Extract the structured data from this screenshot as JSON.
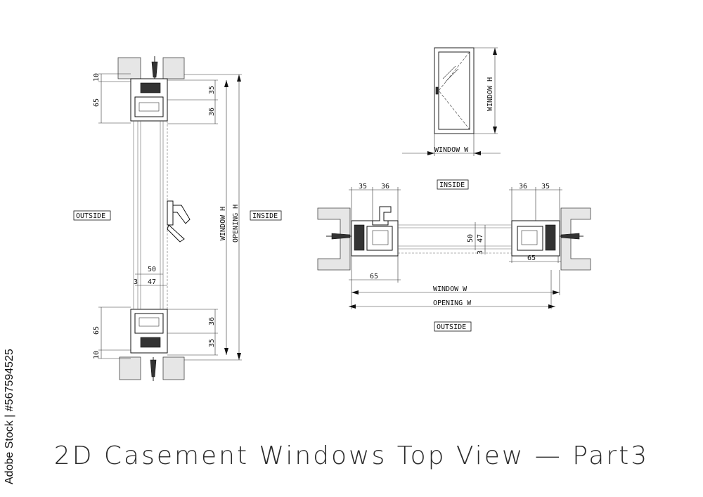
{
  "title": "2D Casement Windows Top View — Part3",
  "stock_id": "Adobe Stock | #567594525",
  "labels": {
    "outside": "OUTSIDE",
    "inside": "INSIDE",
    "window_h": "WINDOW  H",
    "opening_h": "OPENING  H",
    "window_w": "WINDOW  W",
    "opening_w": "OPENING  W"
  },
  "vertical_section": {
    "left_dims": [
      "10",
      "65",
      "65",
      "10"
    ],
    "right_dims": [
      "35",
      "36",
      "36",
      "35"
    ],
    "middle_dims": [
      "50",
      "3",
      "47"
    ]
  },
  "horizontal_section": {
    "top_dims": [
      "35",
      "36",
      "36",
      "35"
    ],
    "bottom_dims": [
      "65",
      "65"
    ],
    "mid_dims": [
      "50",
      "3",
      "47"
    ]
  }
}
